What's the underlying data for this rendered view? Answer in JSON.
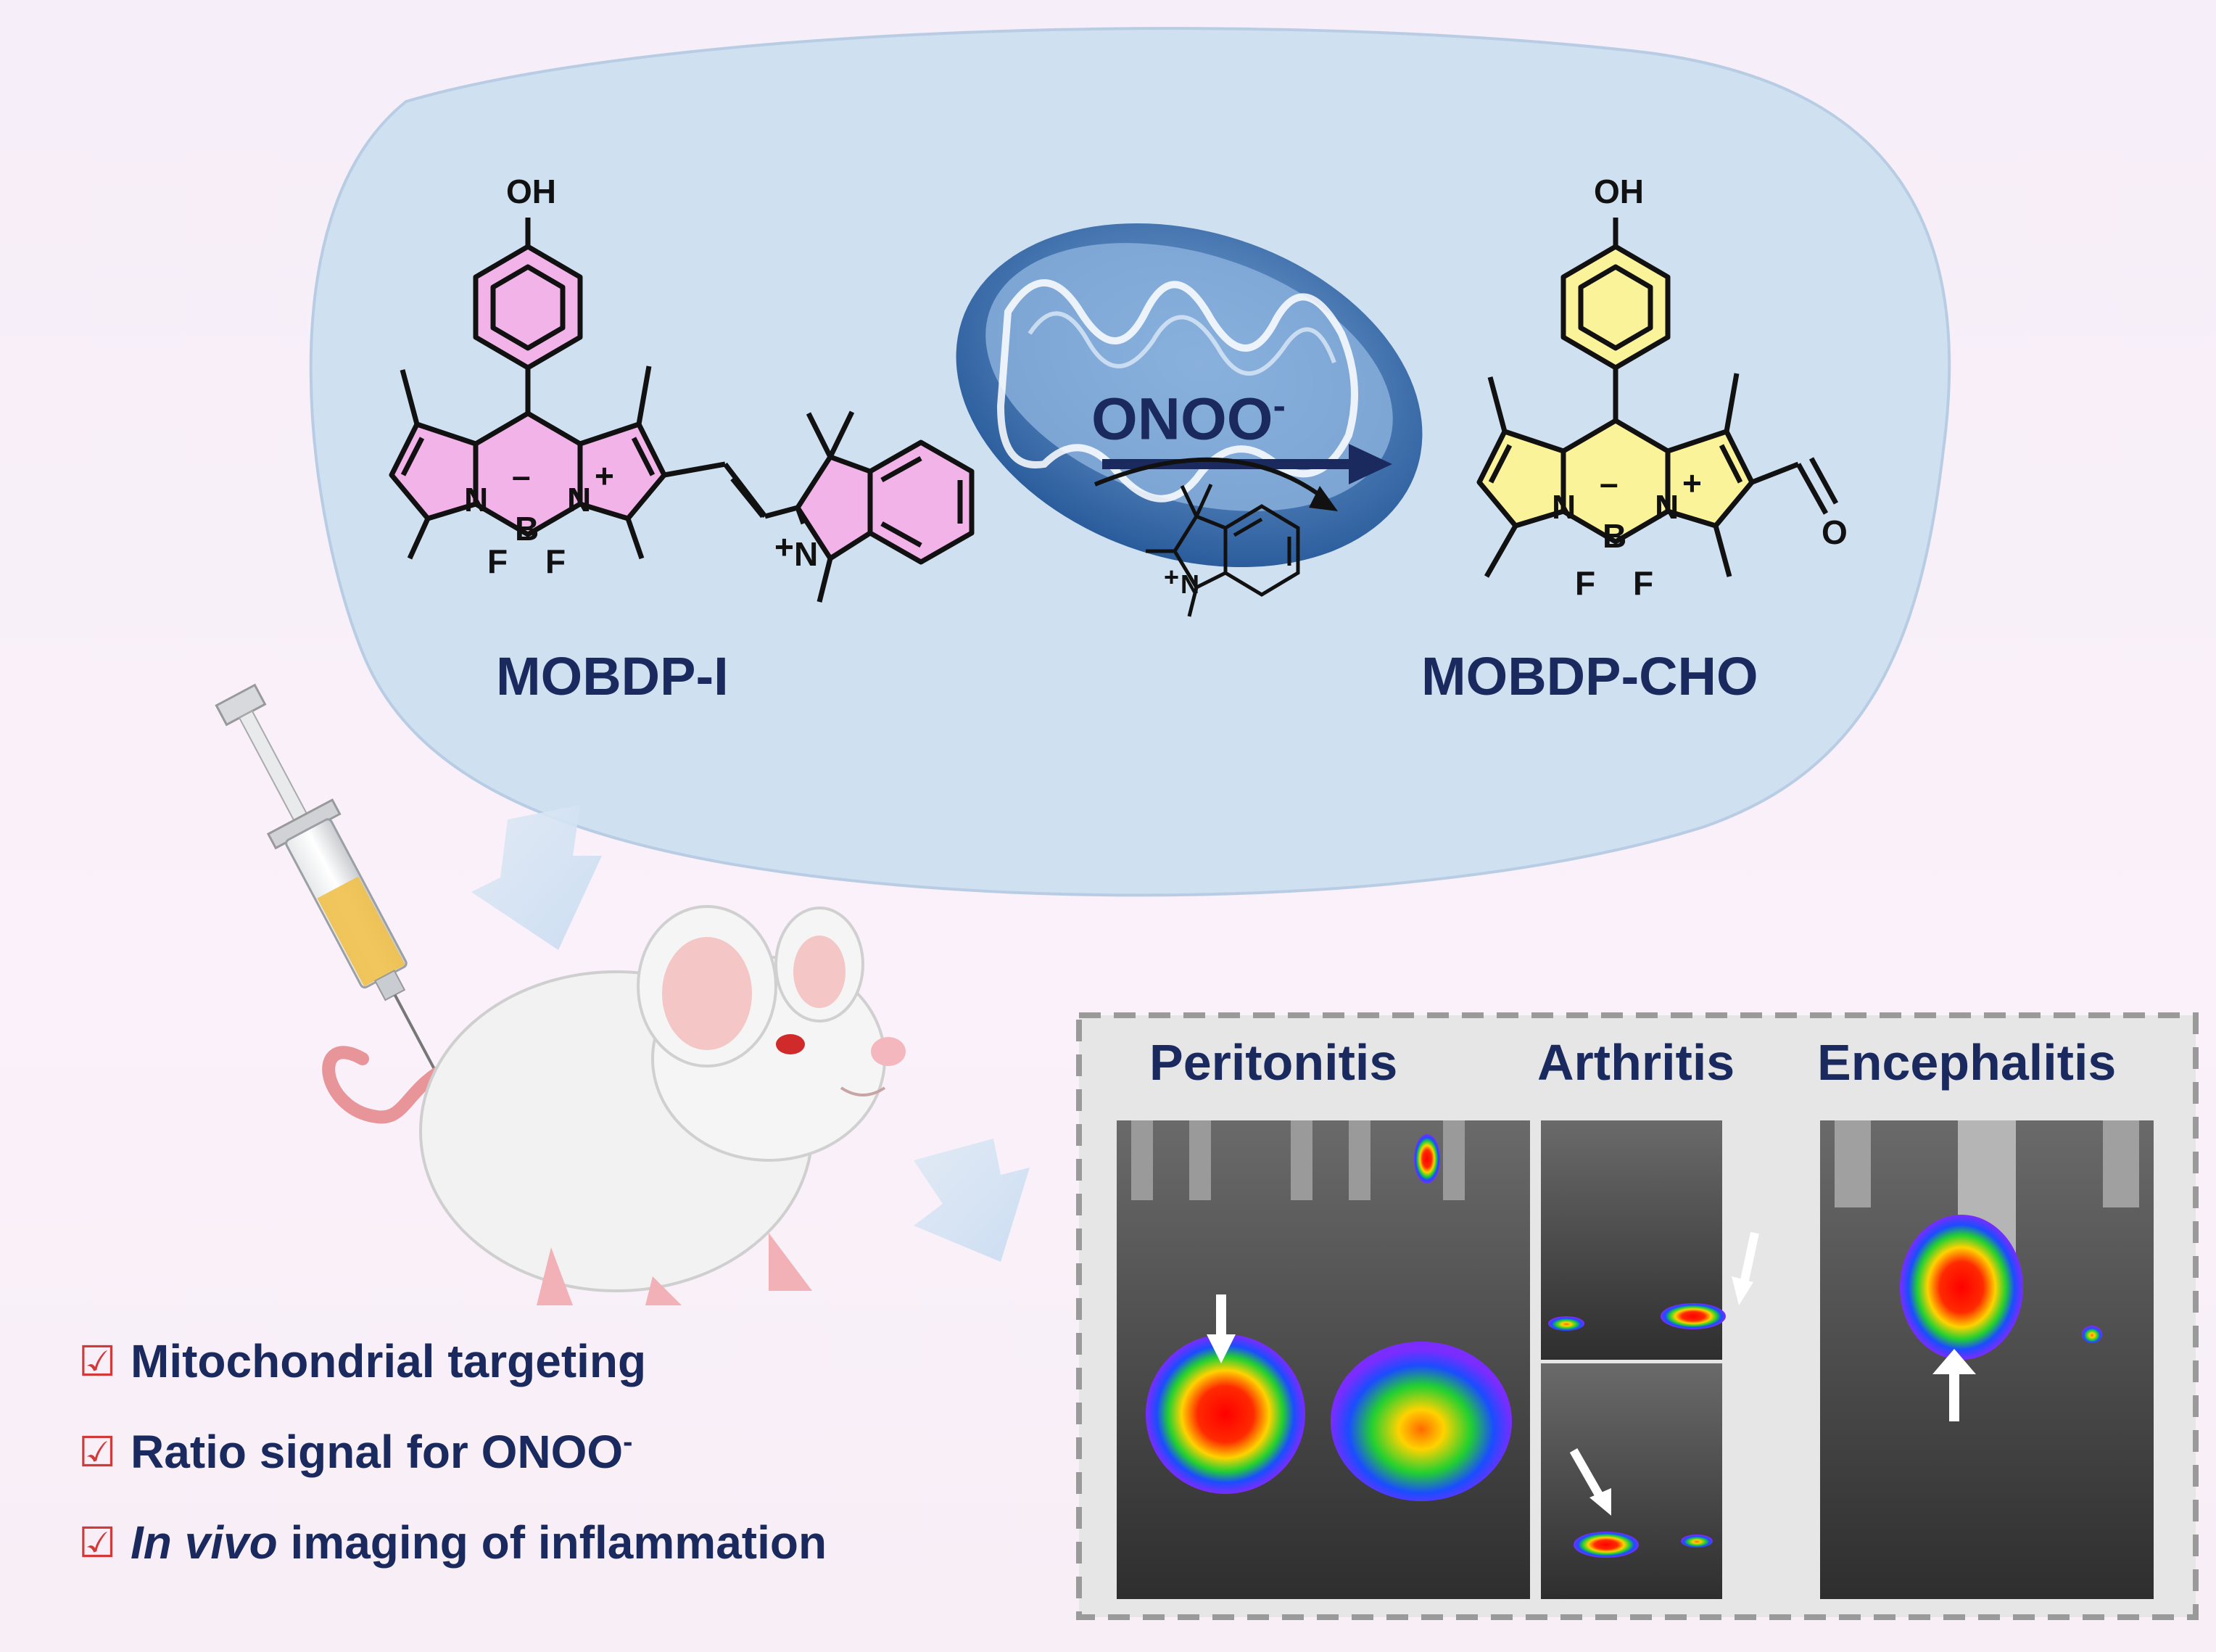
{
  "reaction": {
    "reagent": "ONOO",
    "reagent_sup": "-",
    "reactant_name": "MOBDP-I",
    "product_name": "MOBDP-CHO"
  },
  "molecule_atoms": {
    "oh": "OH",
    "n": "N",
    "b": "B",
    "f": "F",
    "o": "O",
    "minus": "–",
    "plus": "+"
  },
  "bullets": [
    {
      "text": "Mitochondrial targeting",
      "sup": ""
    },
    {
      "text": "Ratio signal for ONOO",
      "sup": "-"
    },
    {
      "text_italic": "In vivo",
      "text": " imaging of inflammation",
      "sup": ""
    }
  ],
  "check_symbol": "☑",
  "imaging": {
    "titles": [
      "Peritonitis",
      "Arthritis",
      "Encephalitis"
    ]
  },
  "colors": {
    "title_navy": "#1b2a5e",
    "blob_blue": "#cfe0f1",
    "bodipy_pink": "#f2b3e8",
    "bodipy_yellow": "#fbf39a",
    "check_red": "#d23a3a"
  }
}
